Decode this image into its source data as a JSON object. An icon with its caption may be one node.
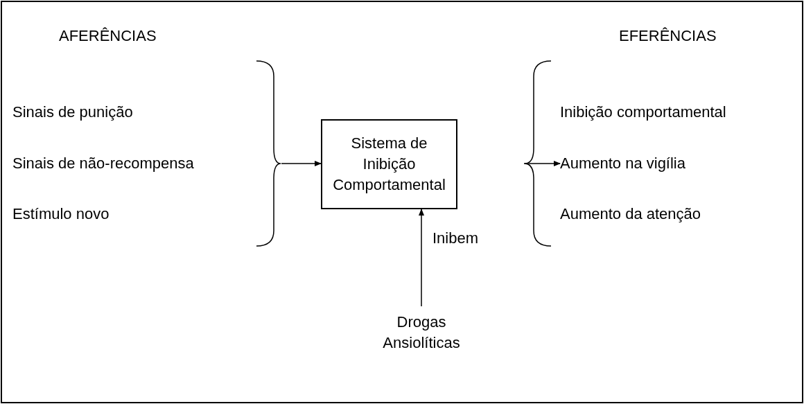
{
  "diagram": {
    "nodes": [
      {
        "text": [
          "Sinais de punição"
        ]
      },
      {
        "text": [
          "Sinais de não-recompensa"
        ]
      },
      {
        "text": [
          "Estímulo novo"
        ]
      },
      {
        "text": [],
        "shape": "brace"
      },
      {
        "text": [
          "Sistema de Inibição Comportamental"
        ]
      },
      {
        "text": [],
        "shape": "brace"
      },
      {
        "text": [
          "Inibição comportamental"
        ]
      },
      {
        "text": [
          "Aumento na vigília"
        ]
      },
      {
        "text": [
          "Aumento da atenção"
        ]
      },
      {
        "text": [
          "Drogas Ansiolíticas"
        ]
      }
    ],
    "edges": [
      {
        "from": 3,
        "to": 4,
        "arrow": "to"
      },
      {
        "from": 5,
        "to": 7,
        "arrow": "to"
      },
      {
        "from": 9,
        "to": 4,
        "label": "Inibem",
        "arrow": "to"
      }
    ],
    "labels": [
      "AFERÊNCIAS",
      "EFERÊNCIAS"
    ]
  }
}
